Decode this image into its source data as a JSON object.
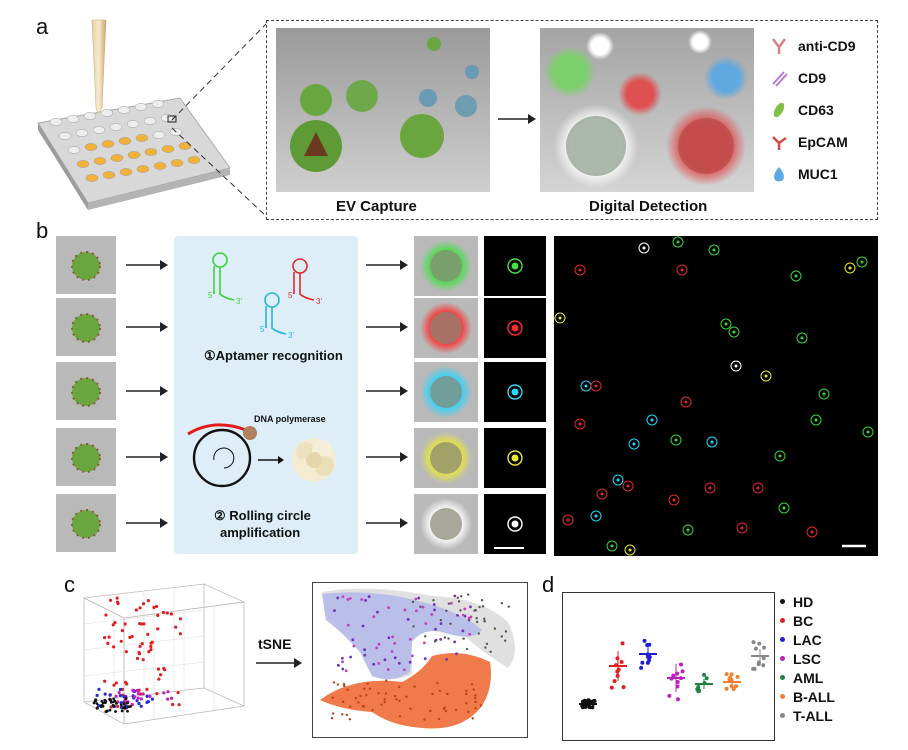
{
  "panels": {
    "a": {
      "letter": "a",
      "capture_label": "EV Capture",
      "detection_label": "Digital Detection",
      "legend": [
        {
          "label": "anti-CD9",
          "icon": "antibody-icon",
          "color": "#d98080"
        },
        {
          "label": "CD9",
          "icon": "cd9-rod-icon",
          "color": "#b07ad8"
        },
        {
          "label": "CD63",
          "icon": "cd63-leaf-icon",
          "color": "#7fbf4a"
        },
        {
          "label": "EpCAM",
          "icon": "epcam-icon",
          "color": "#d24a4a"
        },
        {
          "label": "MUC1",
          "icon": "muc1-drop-icon",
          "color": "#5aa9e6"
        }
      ]
    },
    "b": {
      "letter": "b",
      "step1": "①Aptamer recognition",
      "step2_line1": "② Rolling circle",
      "step2_line2": "amplification",
      "polymerase": "DNA polymerase",
      "prime5": "5'",
      "prime3": "3'",
      "glow_colors": [
        "#44e044",
        "#ff2a2a",
        "#2ad5ff",
        "#e8e83a",
        "#ffffff"
      ],
      "rows": 5
    },
    "c": {
      "letter": "c",
      "arrow_label": "tSNE"
    },
    "d": {
      "letter": "d",
      "groups": [
        {
          "name": "HD",
          "color": "#111111"
        },
        {
          "name": "BC",
          "color": "#e02020"
        },
        {
          "name": "LAC",
          "color": "#2020d0"
        },
        {
          "name": "LSC",
          "color": "#c020c0"
        },
        {
          "name": "AML",
          "color": "#208040"
        },
        {
          "name": "B-ALL",
          "color": "#f08030"
        },
        {
          "name": "T-ALL",
          "color": "#888888"
        }
      ]
    }
  }
}
